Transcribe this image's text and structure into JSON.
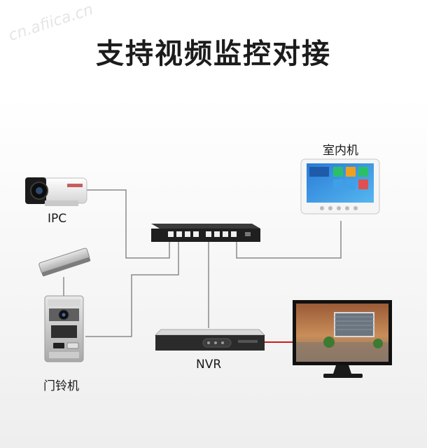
{
  "title": "支持视频监控对接",
  "watermark": "cn.afiica.cn",
  "devices": {
    "ipc": "IPC",
    "indoor": "室内机",
    "doorbell": "门铃机",
    "nvr": "NVR"
  },
  "colors": {
    "line": "#8a8a8a",
    "hdmi": "#d11a1a",
    "switch_body": "#1f1f1f",
    "title": "#1c1c1c"
  }
}
